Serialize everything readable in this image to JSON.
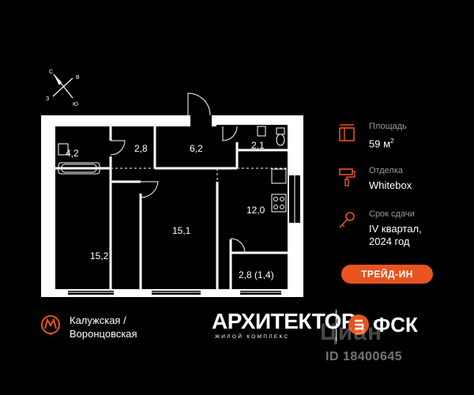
{
  "compass": {
    "n": "С",
    "e": "В",
    "s": "Ю",
    "w": "З"
  },
  "rooms": [
    {
      "id": "bathroom",
      "area": "4,2"
    },
    {
      "id": "hall",
      "area": "2,8"
    },
    {
      "id": "corridor",
      "area": "6,2"
    },
    {
      "id": "wc",
      "area": "2,1"
    },
    {
      "id": "kitchen",
      "area": "12,0"
    },
    {
      "id": "bedroom-left",
      "area": "15,2"
    },
    {
      "id": "bedroom-middle",
      "area": "15,1"
    },
    {
      "id": "balcony",
      "area": "2,8 (1,4)"
    }
  ],
  "info": {
    "area": {
      "label": "Площадь",
      "value": "59 м",
      "unit_sup": "2",
      "icon": "floorplan-icon"
    },
    "finish": {
      "label": "Отделка",
      "value": "Whitebox",
      "icon": "paint-roller-icon"
    },
    "delivery": {
      "label": "Срок сдачи",
      "value_line1": "IV квартал,",
      "value_line2": "2024 год",
      "icon": "key-icon"
    }
  },
  "trade_in_button": "ТРЕЙД-ИН",
  "metro": {
    "icon": "metro-icon",
    "text": "Калужская /\nВоронцовская"
  },
  "brand": {
    "name": "АРХИТЕКТОР",
    "subtitle": "ЖИЛОЙ КОМПЛЕКС",
    "developer": "ФСК"
  },
  "watermark": "Циан",
  "listing_id": "ID 18400645",
  "colors": {
    "accent": "#e8531f",
    "background": "#000000",
    "wall": "#ffffff"
  }
}
